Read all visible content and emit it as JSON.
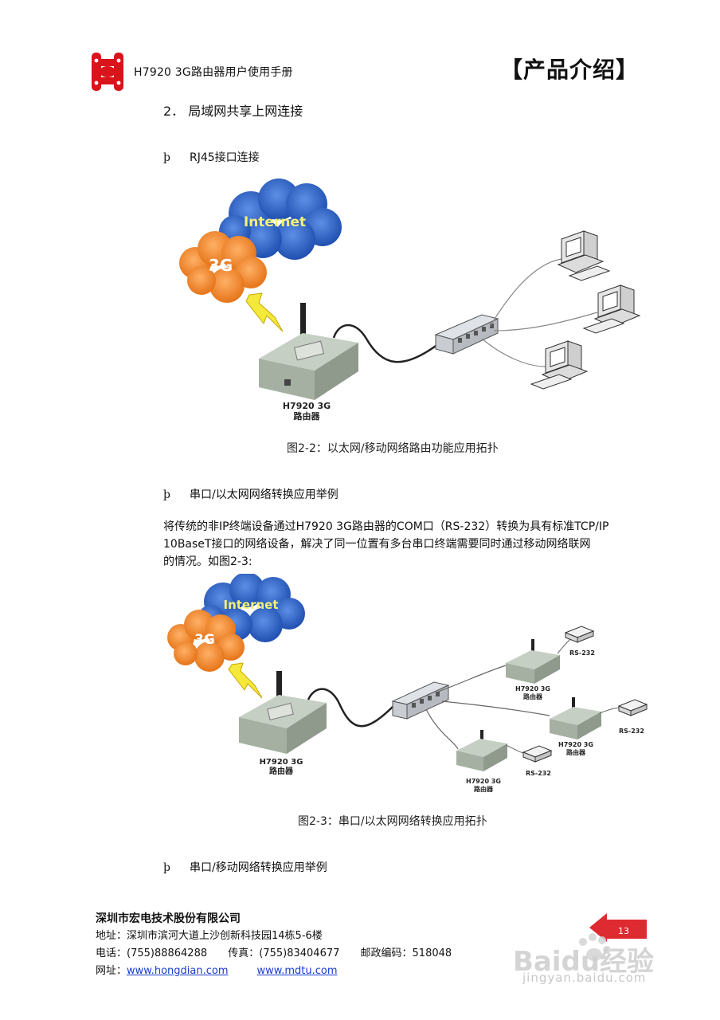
{
  "header": {
    "doc_title": "H7920 3G路由器用户使用手册",
    "section_tag": "【产品介绍】"
  },
  "section": {
    "heading": "2．  局域网共享上网连接"
  },
  "bullet_mark": "þ",
  "bullet1": {
    "text": "RJ45接口连接"
  },
  "figure1": {
    "cloud_internet": "Internet",
    "cloud_3g": "3G",
    "router_label_1": "H7920 3G",
    "router_label_2": "路由器",
    "caption": "图2-2：以太网/移动网络路由功能应用拓扑"
  },
  "bullet2": {
    "text": "串口/以太网网络转换应用举例"
  },
  "paragraph": {
    "line1": "将传统的非IP终端设备通过H7920 3G路由器的COM口（RS-232）转换为具有标准TCP/IP",
    "line2": "10BaseT接口的网络设备，解决了同一位置有多台串口终端需要同时通过移动网络联网",
    "line3": "的情况。如图2-3:"
  },
  "figure2": {
    "cloud_internet": "Internet",
    "cloud_3g": "3G",
    "router_label_1": "H7920 3G",
    "router_label_2": "路由器",
    "rs232": "RS-232",
    "caption": "图2-3：串口/以太网网络转换应用拓扑"
  },
  "bullet3": {
    "text": "串口/移动网络转换应用举例"
  },
  "footer": {
    "company": "深圳市宏电技术股份有限公司",
    "address": "地址：深圳市滨河大道上沙创新科技园14栋5-6楼",
    "phone": "电话：(755)88864288",
    "fax": "传真：(755)83404677",
    "postcode": "邮政编码：518048",
    "web_label": "网址：",
    "url1": "www.hongdian.com",
    "url2": "www.mdtu.com"
  },
  "page_number": "13",
  "watermark": {
    "logo": "Baidu经验",
    "url": "jingyan.baidu.com"
  },
  "colors": {
    "logo_red": "#d9141b",
    "cloud_blue": "#2f64c8",
    "cloud_orange": "#f08a2a",
    "router_grey": "#aab5aa",
    "link_blue": "#1a3ccf"
  }
}
